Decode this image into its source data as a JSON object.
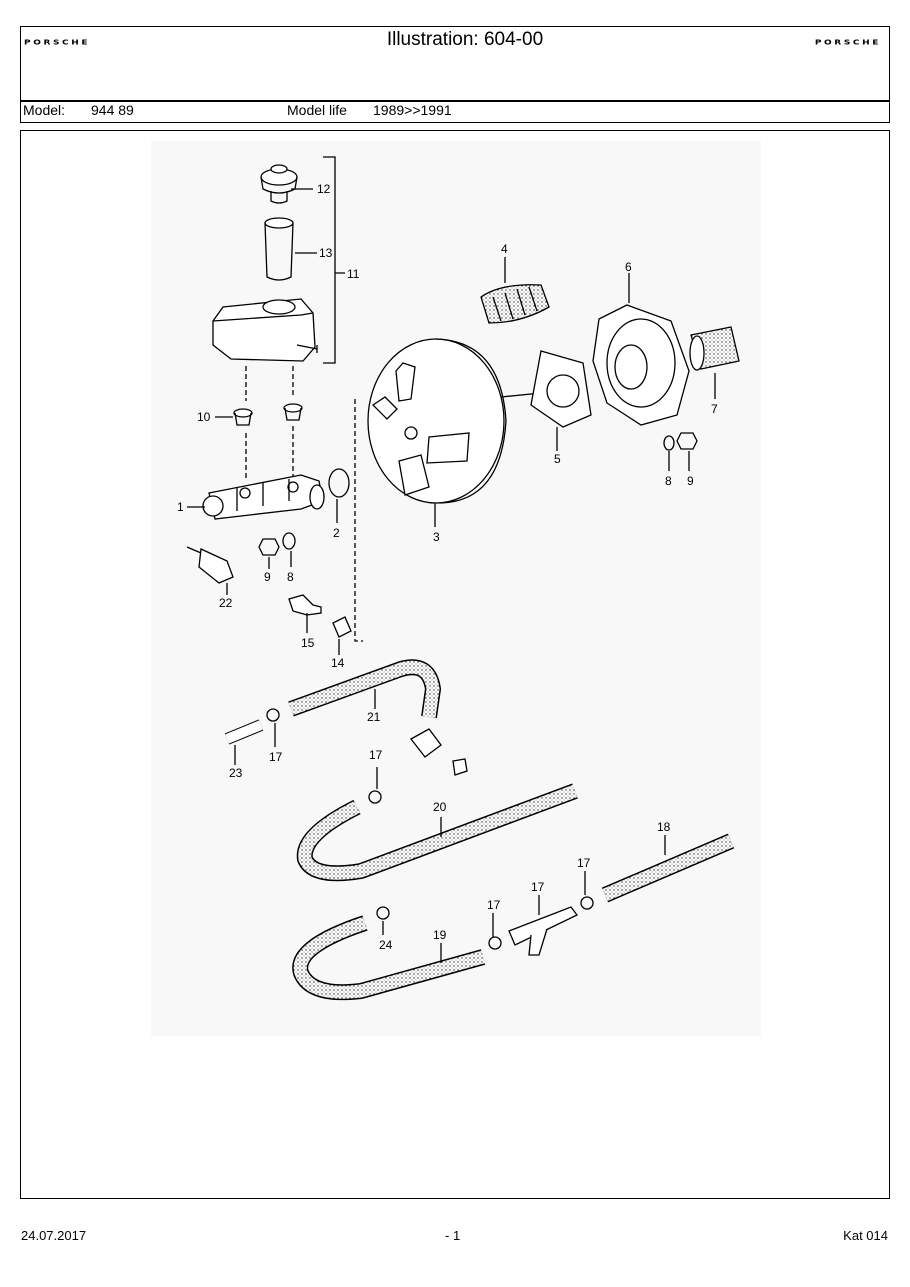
{
  "header": {
    "brand_left": "PORSCHE",
    "brand_right": "PORSCHE",
    "title": "Illustration: 604-00"
  },
  "model_row": {
    "model_label": "Model:",
    "model_value": "944 89",
    "life_label": "Model life",
    "life_value": "1989>>1991"
  },
  "diagram": {
    "callouts": [
      "1",
      "2",
      "3",
      "4",
      "5",
      "6",
      "7",
      "8",
      "9",
      "8",
      "9",
      "10",
      "11",
      "12",
      "13",
      "14",
      "15",
      "17",
      "17",
      "17",
      "17",
      "17",
      "18",
      "19",
      "20",
      "21",
      "22",
      "23",
      "24"
    ]
  },
  "footer": {
    "date": "24.07.2017",
    "page": "- 1",
    "catalog": "Kat 014"
  },
  "colors": {
    "line": "#000000",
    "paper": "#ffffff",
    "drawing_bg": "#f7f7f7"
  }
}
